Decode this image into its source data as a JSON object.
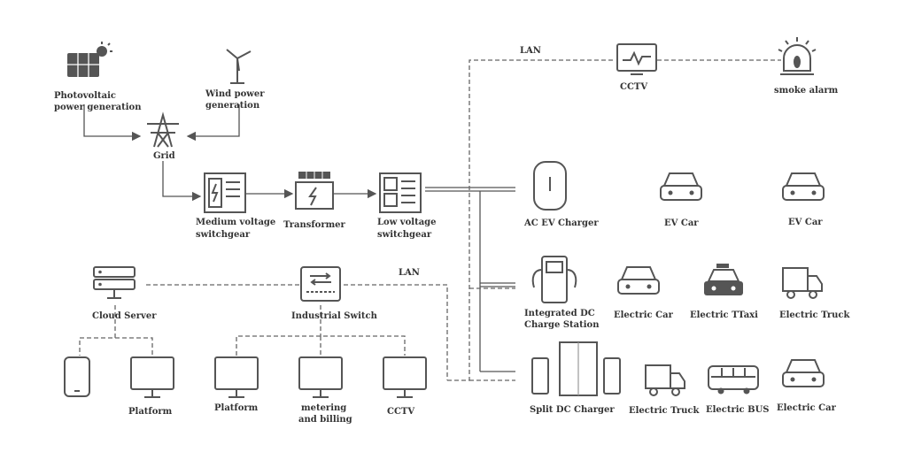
{
  "labels": {
    "pv_1": "Photovoltaic",
    "pv_2": "power generation",
    "wind_1": "Wind power",
    "wind_2": "generation",
    "grid": "Grid",
    "mv_1": "Medium voltage",
    "mv_2": "switchgear",
    "transformer": "Transformer",
    "lv_1": "Low voltage",
    "lv_2": "switchgear",
    "lan_top": "LAN",
    "cctv_top": "CCTV",
    "smoke": "smoke alarm",
    "ac_charger": "AC EV Charger",
    "ev_car_1": "EV Car",
    "ev_car_2": "EV Car",
    "dc_station_1": "Integrated DC",
    "dc_station_2": "Charge Station",
    "electric_car_1": "Electric Car",
    "electric_taxi": "Electric TTaxi",
    "electric_truck_1": "Electric Truck",
    "split_dc": "Split DC Charger",
    "electric_truck_2": "Electric Truck",
    "electric_bus": "Electric BUS",
    "electric_car_2": "Electric Car",
    "lan_bottom": "LAN",
    "cloud_server": "Cloud Server",
    "industrial_switch": "Industrial Switch",
    "platform_1": "Platform",
    "platform_2": "Platform",
    "metering_1": "metering",
    "metering_2": "and billing",
    "cctv_bottom": "CCTV"
  },
  "icons": {
    "pv": "solar-panel-icon",
    "wind": "wind-turbine-icon",
    "grid": "power-tower-icon",
    "switchgear": "switchgear-cabinet-icon",
    "transformer": "transformer-icon",
    "cctv": "monitor-waveform-icon",
    "smoke": "alarm-light-icon",
    "ac_charger": "wallbox-charger-icon",
    "dc_station": "dc-charging-station-icon",
    "split_dc": "split-dc-charger-icon",
    "car": "car-icon",
    "taxi": "taxi-icon",
    "truck": "truck-icon",
    "bus": "bus-icon",
    "server": "server-icon",
    "switch": "network-switch-icon",
    "phone": "smartphone-icon",
    "monitor": "monitor-icon"
  },
  "colors": {
    "stroke": "#555555",
    "text": "#333333",
    "background": "#ffffff"
  }
}
